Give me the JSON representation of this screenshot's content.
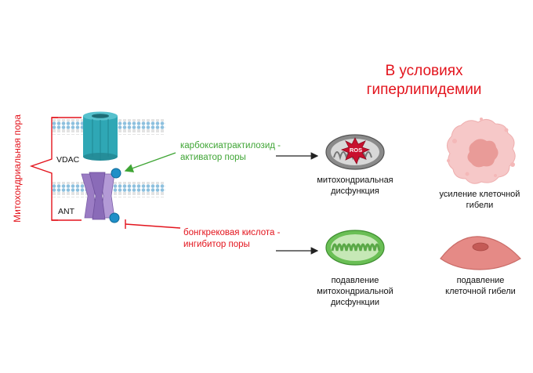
{
  "title": {
    "line1": "В условиях",
    "line2": "гиперлипидемии"
  },
  "pore_label": "Митохондриальная пора",
  "vdac_label": "VDAC",
  "ant_label": "ANT",
  "activator": {
    "line1": "карбоксиатрактилозид -",
    "line2": "активатор поры"
  },
  "inhibitor": {
    "line1": "бонгкрековая кислота -",
    "line2": "ингибитор поры"
  },
  "ros_label": "ROS",
  "mito_dysfunction": {
    "line1": "митохондриальная",
    "line2": "дисфункция"
  },
  "cell_death_increase": {
    "line1": "усиление клеточной",
    "line2": "гибели"
  },
  "dysfunction_suppression": {
    "line1": "подавление",
    "line2": "митохондриальной",
    "line3": "дисфункции"
  },
  "cell_death_suppression": {
    "line1": "подавление",
    "line2": "клеточной гибели"
  },
  "icons": [
    "membrane-icon",
    "vdac-channel-icon",
    "ant-transporter-icon",
    "damaged-mitochondrion-icon",
    "dying-cell-icon",
    "healthy-mitochondrion-icon",
    "healthy-cell-icon"
  ],
  "colors": {
    "title_red": "#e3141d",
    "activator_green": "#3fa535",
    "inhibitor_red": "#e3141d",
    "membrane_blue": "#7cb6d9",
    "vdac_teal": "#2fa7b5",
    "ant_purple": "#9b7cc4",
    "healthy_green": "#6abf55",
    "cell_pink": "#e58a86"
  }
}
